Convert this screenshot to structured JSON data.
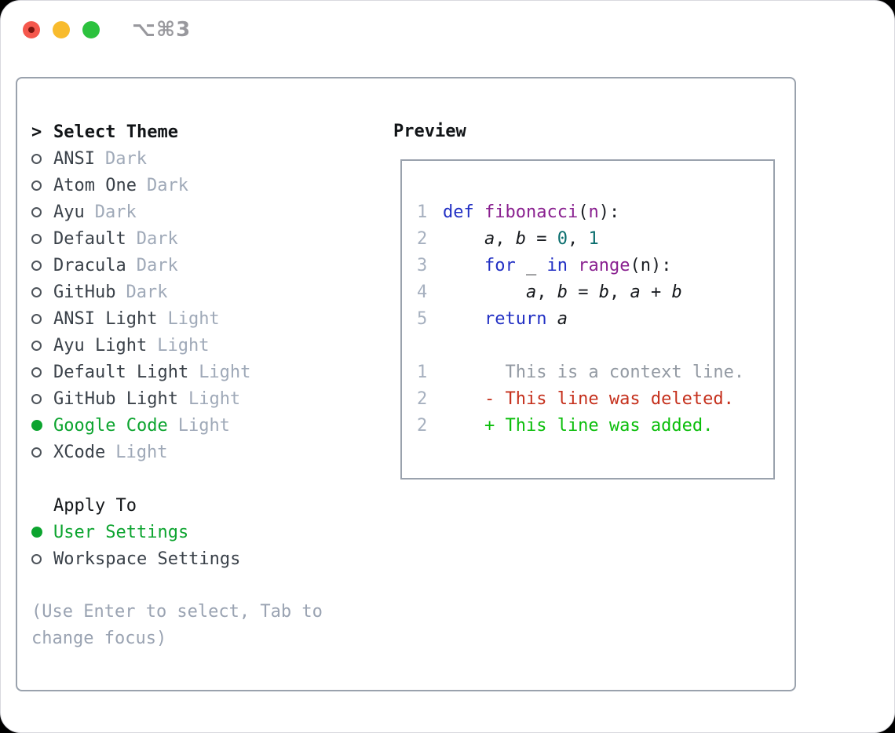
{
  "window": {
    "title": "⌥⌘3",
    "controls": [
      {
        "icon": "close-traffic-light",
        "has_inner_dot": true
      },
      {
        "icon": "minimize-traffic-light",
        "has_inner_dot": false
      },
      {
        "icon": "zoom-traffic-light",
        "has_inner_dot": false
      }
    ]
  },
  "theme_panel": {
    "header": {
      "cursor": ">",
      "label": "Select Theme"
    },
    "themes": [
      {
        "name": "ANSI",
        "variant": "Dark",
        "selected": false
      },
      {
        "name": "Atom One",
        "variant": "Dark",
        "selected": false
      },
      {
        "name": "Ayu",
        "variant": "Dark",
        "selected": false
      },
      {
        "name": "Default",
        "variant": "Dark",
        "selected": false
      },
      {
        "name": "Dracula",
        "variant": "Dark",
        "selected": false
      },
      {
        "name": "GitHub",
        "variant": "Dark",
        "selected": false
      },
      {
        "name": "ANSI Light",
        "variant": "Light",
        "selected": false
      },
      {
        "name": "Ayu Light",
        "variant": "Light",
        "selected": false
      },
      {
        "name": "Default Light",
        "variant": "Light",
        "selected": false
      },
      {
        "name": "GitHub Light",
        "variant": "Light",
        "selected": false
      },
      {
        "name": "Google Code",
        "variant": "Light",
        "selected": true
      },
      {
        "name": "XCode",
        "variant": "Light",
        "selected": false
      }
    ],
    "apply_to": {
      "label": "Apply To",
      "options": [
        {
          "name": "User Settings",
          "selected": true
        },
        {
          "name": "Workspace Settings",
          "selected": false
        }
      ]
    },
    "hint": "(Use Enter to select, Tab to change focus)"
  },
  "preview": {
    "label": "Preview",
    "code_lines": [
      {
        "num": "1",
        "segments": [
          {
            "s": "kw",
            "t": "def"
          },
          {
            "s": "pl",
            "t": " "
          },
          {
            "s": "fn",
            "t": "fibonacci"
          },
          {
            "s": "pl",
            "t": "("
          },
          {
            "s": "pm",
            "t": "n"
          },
          {
            "s": "pl",
            "t": "):"
          }
        ]
      },
      {
        "num": "2",
        "segments": [
          {
            "s": "pl",
            "t": "    "
          },
          {
            "s": "va",
            "t": "a"
          },
          {
            "s": "pl",
            "t": ", "
          },
          {
            "s": "va",
            "t": "b"
          },
          {
            "s": "pl",
            "t": " = "
          },
          {
            "s": "nu",
            "t": "0"
          },
          {
            "s": "pl",
            "t": ", "
          },
          {
            "s": "nu",
            "t": "1"
          }
        ]
      },
      {
        "num": "3",
        "segments": [
          {
            "s": "pl",
            "t": "    "
          },
          {
            "s": "kw",
            "t": "for"
          },
          {
            "s": "pl",
            "t": " _ "
          },
          {
            "s": "kw",
            "t": "in"
          },
          {
            "s": "pl",
            "t": " "
          },
          {
            "s": "fn",
            "t": "range"
          },
          {
            "s": "pl",
            "t": "(n):"
          }
        ]
      },
      {
        "num": "4",
        "segments": [
          {
            "s": "pl",
            "t": "        "
          },
          {
            "s": "va",
            "t": "a"
          },
          {
            "s": "pl",
            "t": ", "
          },
          {
            "s": "va",
            "t": "b"
          },
          {
            "s": "pl",
            "t": " = "
          },
          {
            "s": "va",
            "t": "b"
          },
          {
            "s": "pl",
            "t": ", "
          },
          {
            "s": "va",
            "t": "a"
          },
          {
            "s": "pl",
            "t": " + "
          },
          {
            "s": "va",
            "t": "b"
          }
        ]
      },
      {
        "num": "5",
        "segments": [
          {
            "s": "pl",
            "t": "    "
          },
          {
            "s": "kw",
            "t": "return"
          },
          {
            "s": "pl",
            "t": " "
          },
          {
            "s": "va",
            "t": "a"
          }
        ]
      }
    ],
    "diff_lines": [
      {
        "num": "1",
        "type": "ctx",
        "text": "      This is a context line."
      },
      {
        "num": "2",
        "type": "del",
        "text": "    - This line was deleted."
      },
      {
        "num": "2",
        "type": "add",
        "text": "    + This line was added."
      }
    ]
  },
  "colors": {
    "keyword": "#2230c4",
    "function": "#8a2190",
    "literal": "#0a6e6e",
    "selected_green": "#0ca42f",
    "diff_added": "#0bbe0b",
    "diff_deleted": "#c5301c",
    "diff_context": "#939aa3",
    "muted": "#9fa9b8",
    "line_number": "#a6b0bf",
    "text": "#3a4149",
    "border": "#9aa2ad"
  }
}
